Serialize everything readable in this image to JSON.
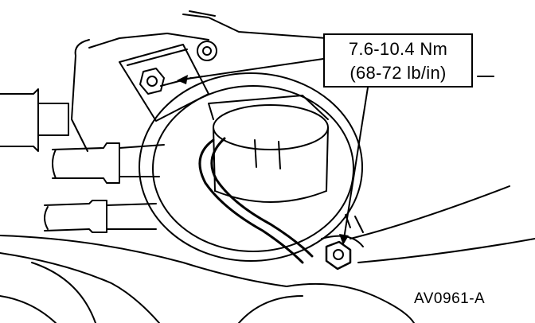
{
  "callout": {
    "torque_metric": "7.6-10.4 Nm",
    "torque_imperial": "(68-72 lb/in)"
  },
  "figure": {
    "id": "AV0961-A"
  },
  "colors": {
    "ink": "#000000",
    "paper": "#ffffff"
  }
}
